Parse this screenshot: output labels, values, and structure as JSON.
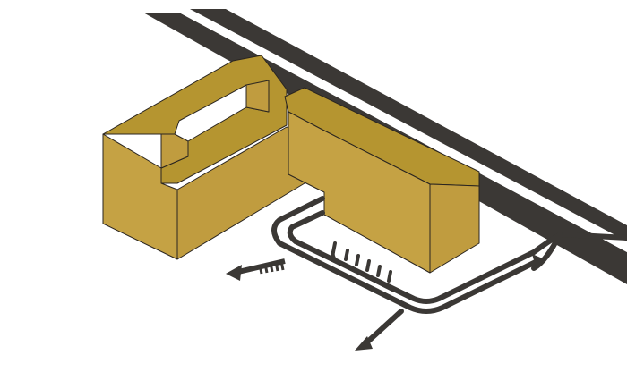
{
  "diagram": {
    "kind": "isometric site plan",
    "colors": {
      "background": "#ffffff",
      "road": "#3b3835",
      "building_top": "#b59530",
      "building_side": "#c09c3f",
      "building_front": "#c5a244",
      "outline": "#2a2520"
    },
    "elements": [
      "main-road",
      "l-shaped-building",
      "rectangular-building",
      "access-loop-road",
      "parking-bays",
      "entry-exit-arrows"
    ]
  }
}
